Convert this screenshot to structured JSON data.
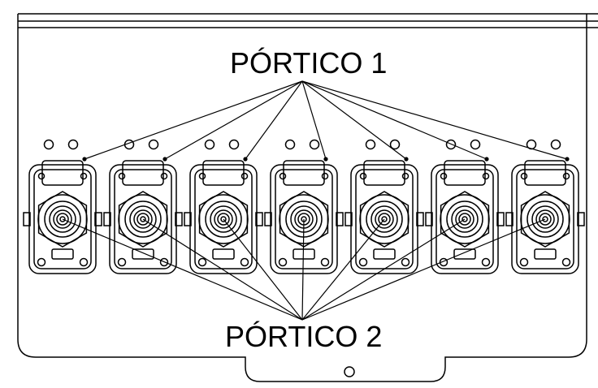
{
  "labels": {
    "port1": "PÓRTICO 1",
    "port2": "PÓRTICO 2"
  },
  "assembly": {
    "connector_count": 7
  },
  "colors": {
    "line": "#000000",
    "background": "#ffffff"
  }
}
